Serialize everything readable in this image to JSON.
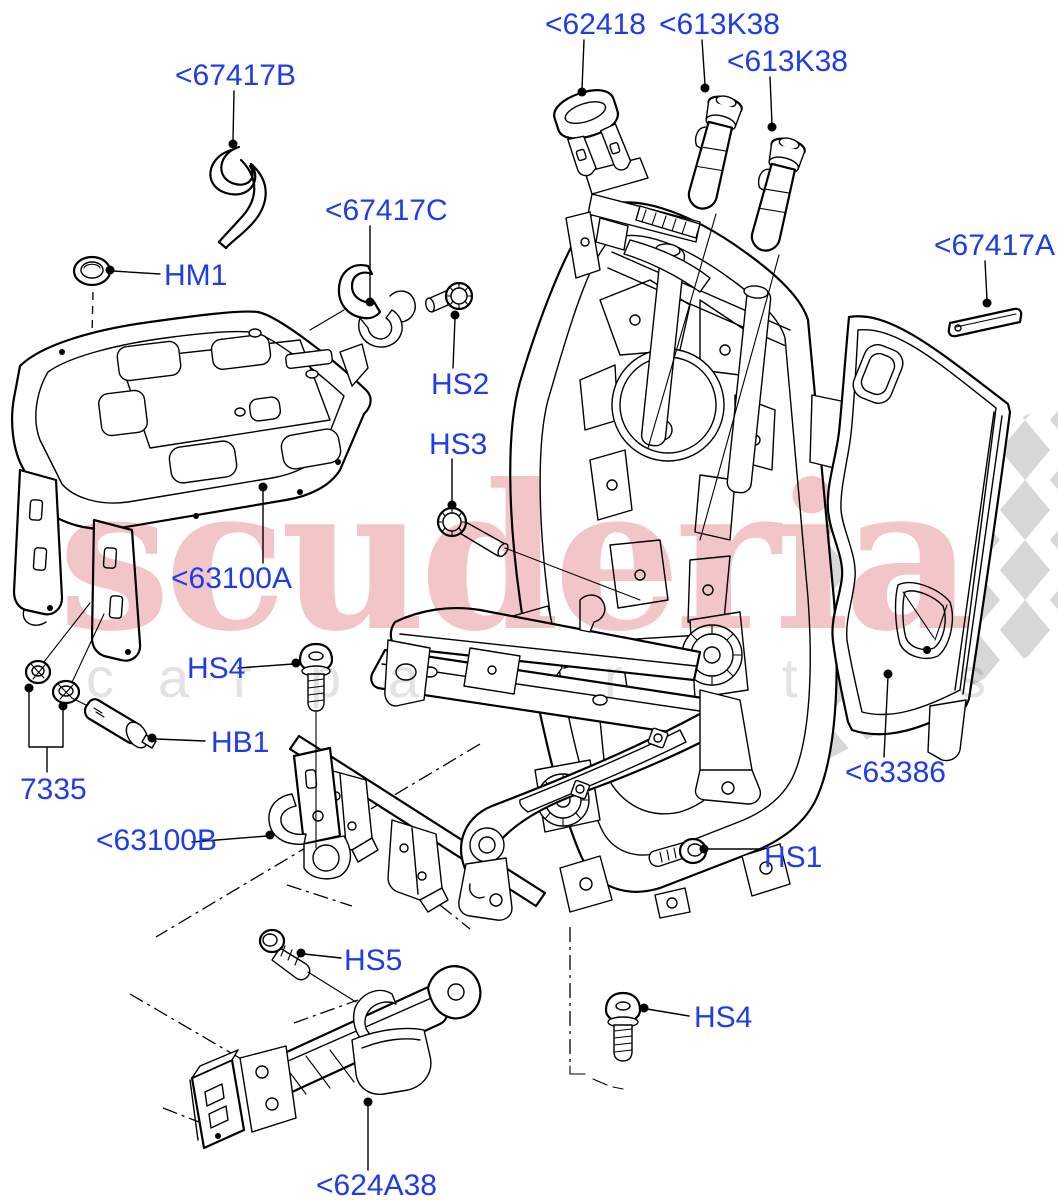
{
  "diagram": {
    "type": "exploded-parts-diagram",
    "subject": "rear seat back and cushion frame assembly",
    "watermark": {
      "brand": "scuderia",
      "tagline_letters": [
        "c",
        "a",
        "r",
        "p",
        "a",
        "r",
        "t",
        "s"
      ]
    },
    "colors": {
      "label_blue": "#1e3ce8",
      "line_black": "#000000",
      "watermark_pink": "#f2c5c9",
      "watermark_gray": "#e3e3e3",
      "checker_gray": "#d7d7d7",
      "background": "#ffffff"
    },
    "callouts": [
      {
        "id": "67417B",
        "text": "<67417B",
        "kind": "part-link"
      },
      {
        "id": "62418",
        "text": "<62418",
        "kind": "part-link"
      },
      {
        "id": "613K38-1",
        "text": "<613K38",
        "kind": "part-link"
      },
      {
        "id": "613K38-2",
        "text": "<613K38",
        "kind": "part-link"
      },
      {
        "id": "67417C",
        "text": "<67417C",
        "kind": "part-link"
      },
      {
        "id": "67417A",
        "text": "<67417A",
        "kind": "part-link"
      },
      {
        "id": "HM1",
        "text": "HM1",
        "kind": "hardware-ref"
      },
      {
        "id": "HS2",
        "text": "HS2",
        "kind": "hardware-ref"
      },
      {
        "id": "HS3",
        "text": "HS3",
        "kind": "hardware-ref"
      },
      {
        "id": "63100A",
        "text": "<63100A",
        "kind": "part-link"
      },
      {
        "id": "HS4-top",
        "text": "HS4",
        "kind": "hardware-ref"
      },
      {
        "id": "HB1",
        "text": "HB1",
        "kind": "hardware-ref"
      },
      {
        "id": "7335",
        "text": "7335",
        "kind": "hardware-ref"
      },
      {
        "id": "63100B",
        "text": "<63100B",
        "kind": "part-link"
      },
      {
        "id": "HS1",
        "text": "HS1",
        "kind": "hardware-ref"
      },
      {
        "id": "63386",
        "text": "<63386",
        "kind": "part-link"
      },
      {
        "id": "HS5",
        "text": "HS5",
        "kind": "hardware-ref"
      },
      {
        "id": "HS4-bottom",
        "text": "HS4",
        "kind": "hardware-ref"
      },
      {
        "id": "624A38",
        "text": "<624A38",
        "kind": "part-link"
      }
    ]
  }
}
